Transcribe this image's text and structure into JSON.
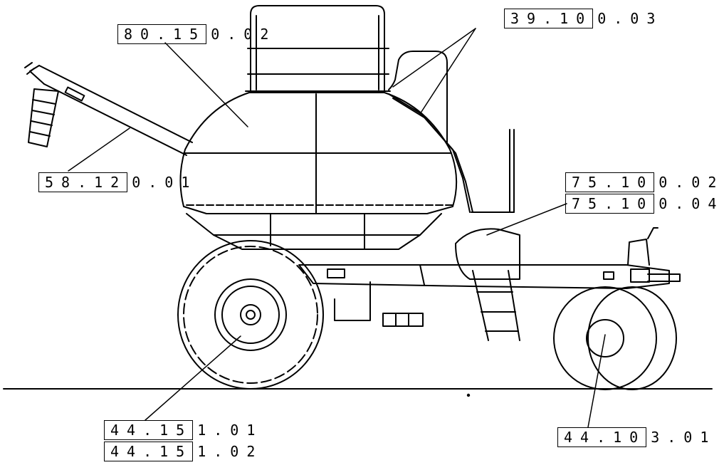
{
  "callouts": [
    {
      "id": "c1",
      "boxed": "80.15",
      "rest": "0.02"
    },
    {
      "id": "c2",
      "boxed": "39.10",
      "rest": "0.03"
    },
    {
      "id": "c3",
      "boxed": "58.12",
      "rest": "0.01"
    },
    {
      "id": "c4",
      "boxed": "75.10",
      "rest": "0.02"
    },
    {
      "id": "c5",
      "boxed": "75.10",
      "rest": "0.04"
    },
    {
      "id": "c6",
      "boxed": "44.15",
      "rest": "1.01"
    },
    {
      "id": "c7",
      "boxed": "44.15",
      "rest": "1.02"
    },
    {
      "id": "c8",
      "boxed": "44.10",
      "rest": "3.01"
    }
  ]
}
